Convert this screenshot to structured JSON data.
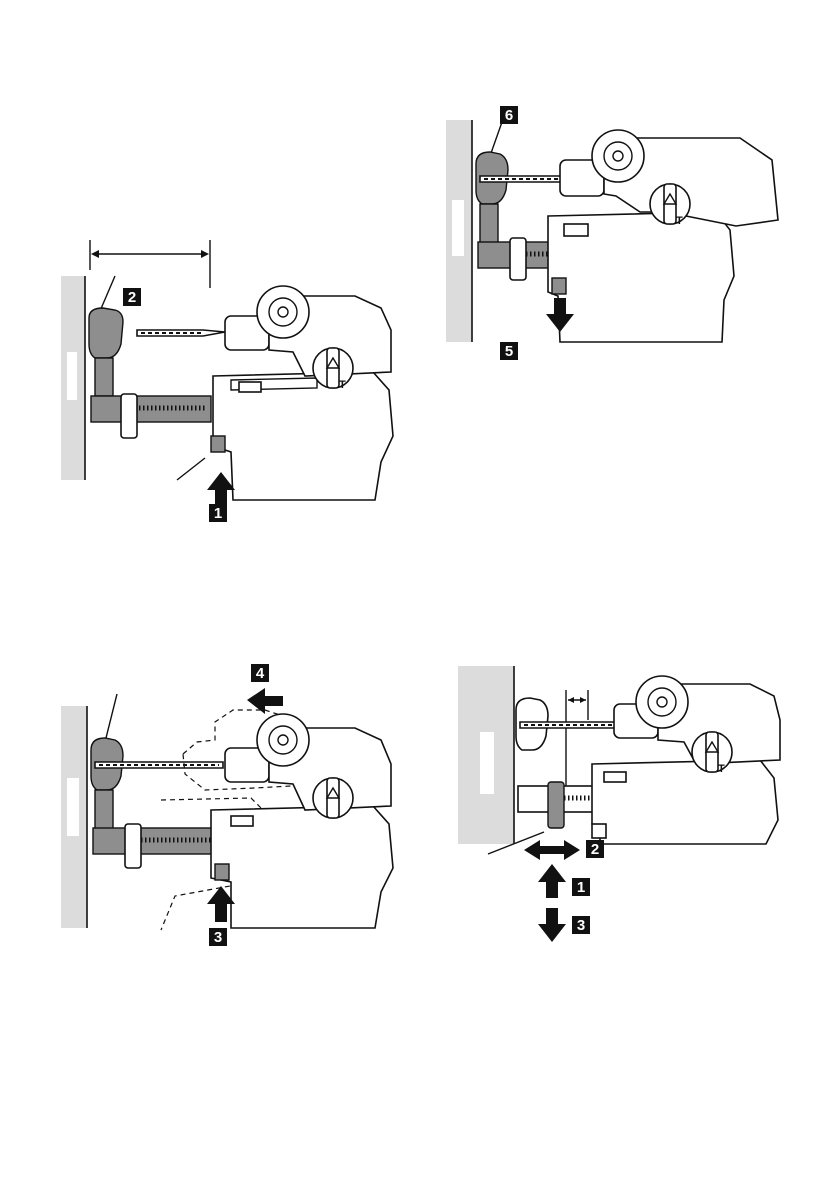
{
  "figures": [
    {
      "id": "fig-a",
      "steps": [
        "2",
        "1"
      ]
    },
    {
      "id": "fig-b",
      "steps": [
        "6",
        "5"
      ]
    },
    {
      "id": "fig-c",
      "steps": [
        "4",
        "3"
      ]
    },
    {
      "id": "fig-d",
      "steps": [
        "2",
        "1",
        "3"
      ]
    }
  ],
  "icons": {
    "arrow_up": "arrow-up-icon",
    "arrow_down": "arrow-down-icon",
    "arrow_left": "arrow-left-icon",
    "arrow_both": "double-arrow-icon"
  }
}
